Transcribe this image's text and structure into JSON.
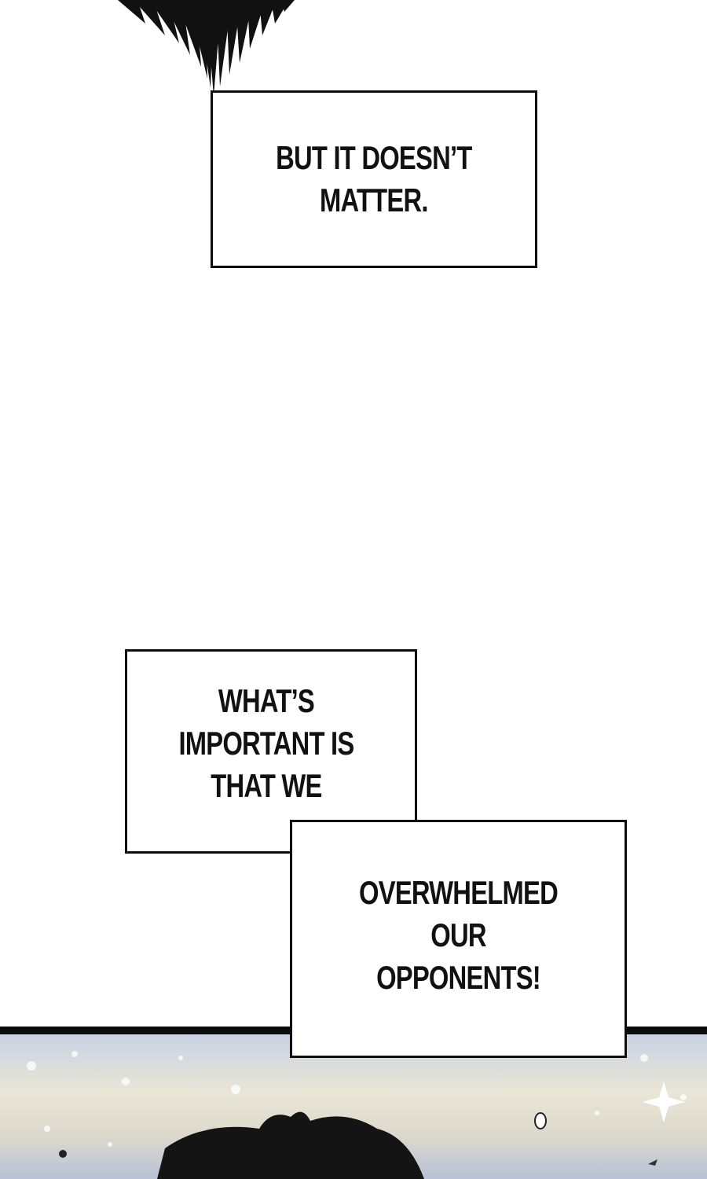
{
  "captions": {
    "first": "BUT IT DOESN’T\nMATTER.",
    "second": "WHAT’S\nIMPORTANT IS\nTHAT WE",
    "third": "OVERWHELMED OUR\nOPPONENTS!"
  },
  "colors": {
    "ink": "#0d0d0d",
    "paper": "#ffffff",
    "sky_light": "#e9e6d6",
    "sky_blue": "#b8c1d6"
  }
}
